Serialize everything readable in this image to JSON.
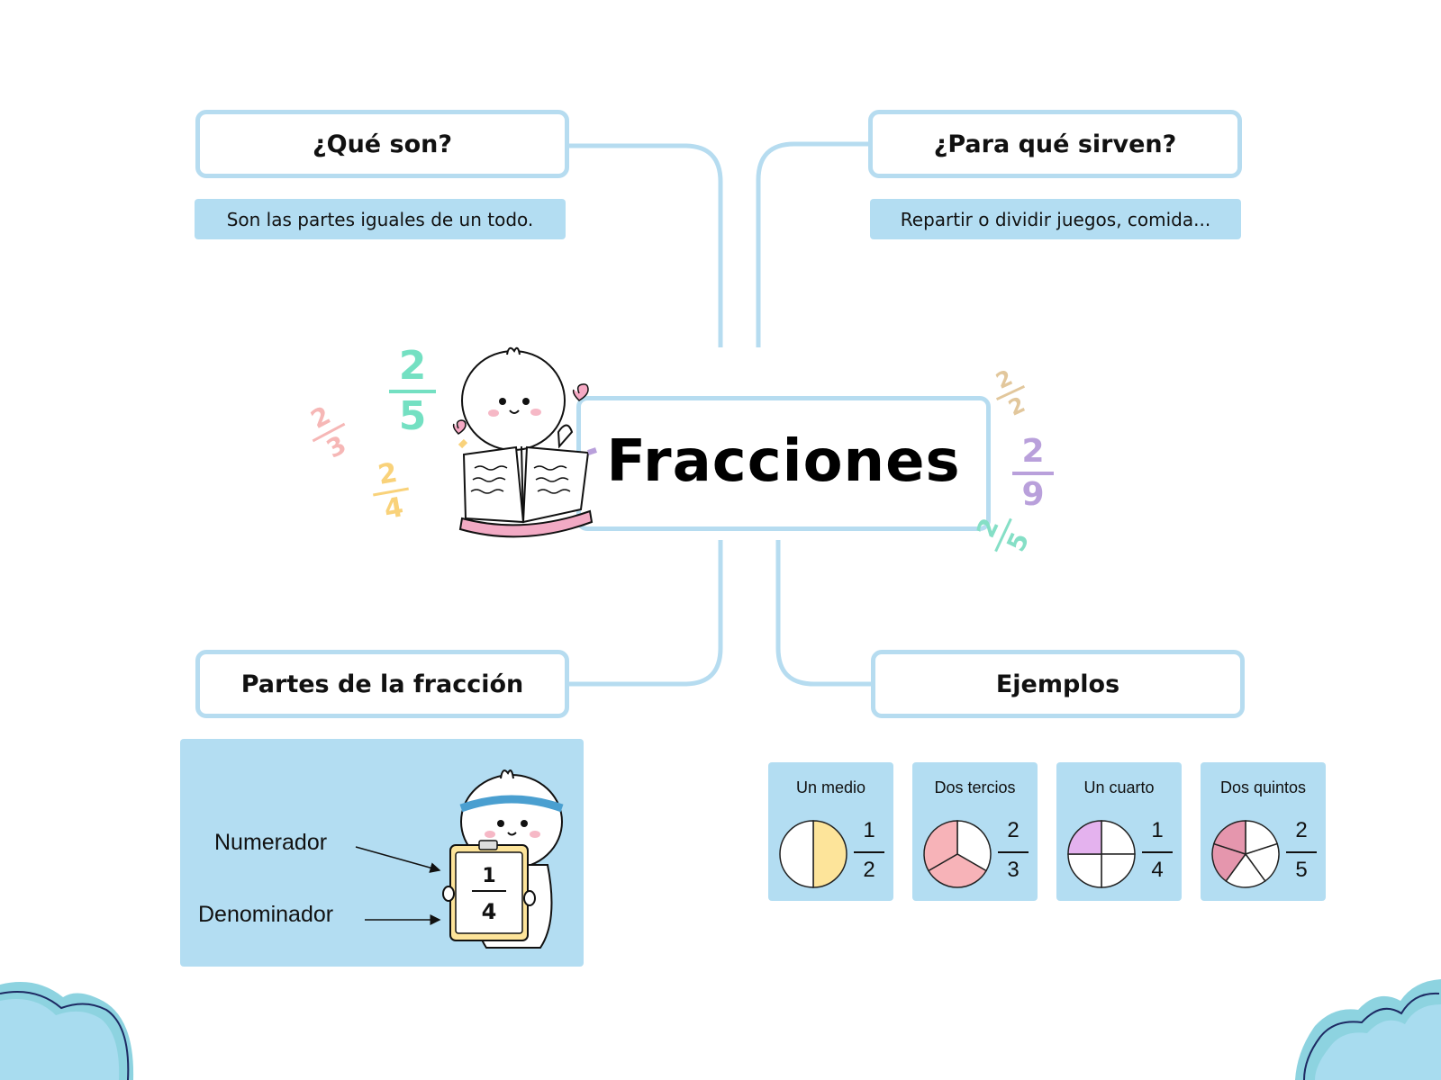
{
  "title": "Fracciones",
  "branches": {
    "que_son": {
      "heading": "¿Qué son?",
      "text": "Son las partes iguales de un todo."
    },
    "para_que": {
      "heading": "¿Para qué sirven?",
      "text": "Repartir o dividir juegos, comida..."
    },
    "partes": {
      "heading": "Partes de la fracción",
      "numerador": "Numerador",
      "denominador": "Denominador",
      "example_num": "1",
      "example_den": "4"
    },
    "ejemplos": {
      "heading": "Ejemplos"
    }
  },
  "examples": [
    {
      "label": "Un medio",
      "num": "1",
      "den": "2",
      "filled": 1,
      "parts": 2,
      "color": "#fde49a"
    },
    {
      "label": "Dos tercios",
      "num": "2",
      "den": "3",
      "filled": 2,
      "parts": 3,
      "color": "#f7b3b8"
    },
    {
      "label": "Un cuarto",
      "num": "1",
      "den": "4",
      "filled": 1,
      "parts": 4,
      "color": "#e4b2ee"
    },
    {
      "label": "Dos quintos",
      "num": "2",
      "den": "5",
      "filled": 2,
      "parts": 5,
      "color": "#e596ad"
    }
  ],
  "decorations": [
    {
      "num": "2",
      "den": "5",
      "color": "#74e0c2"
    },
    {
      "num": "2",
      "den": "3",
      "color": "#f6b7b6"
    },
    {
      "num": "2",
      "den": "4",
      "color": "#f9d27a"
    },
    {
      "num": "2",
      "den": "2",
      "color": "#e2c79c"
    },
    {
      "num": "2",
      "den": "9",
      "color": "#b9a0db"
    },
    {
      "num": "2",
      "den": "5",
      "color": "#85dfc6"
    }
  ],
  "colors": {
    "accent_border": "#b6dcf0",
    "panel": "#b3ddf2",
    "cloud": "#8dd3e0"
  },
  "icons": [
    "mascot-reading-book-icon",
    "mascot-holding-board-icon",
    "heart-icon",
    "cloud-icon",
    "arrow-icon"
  ]
}
